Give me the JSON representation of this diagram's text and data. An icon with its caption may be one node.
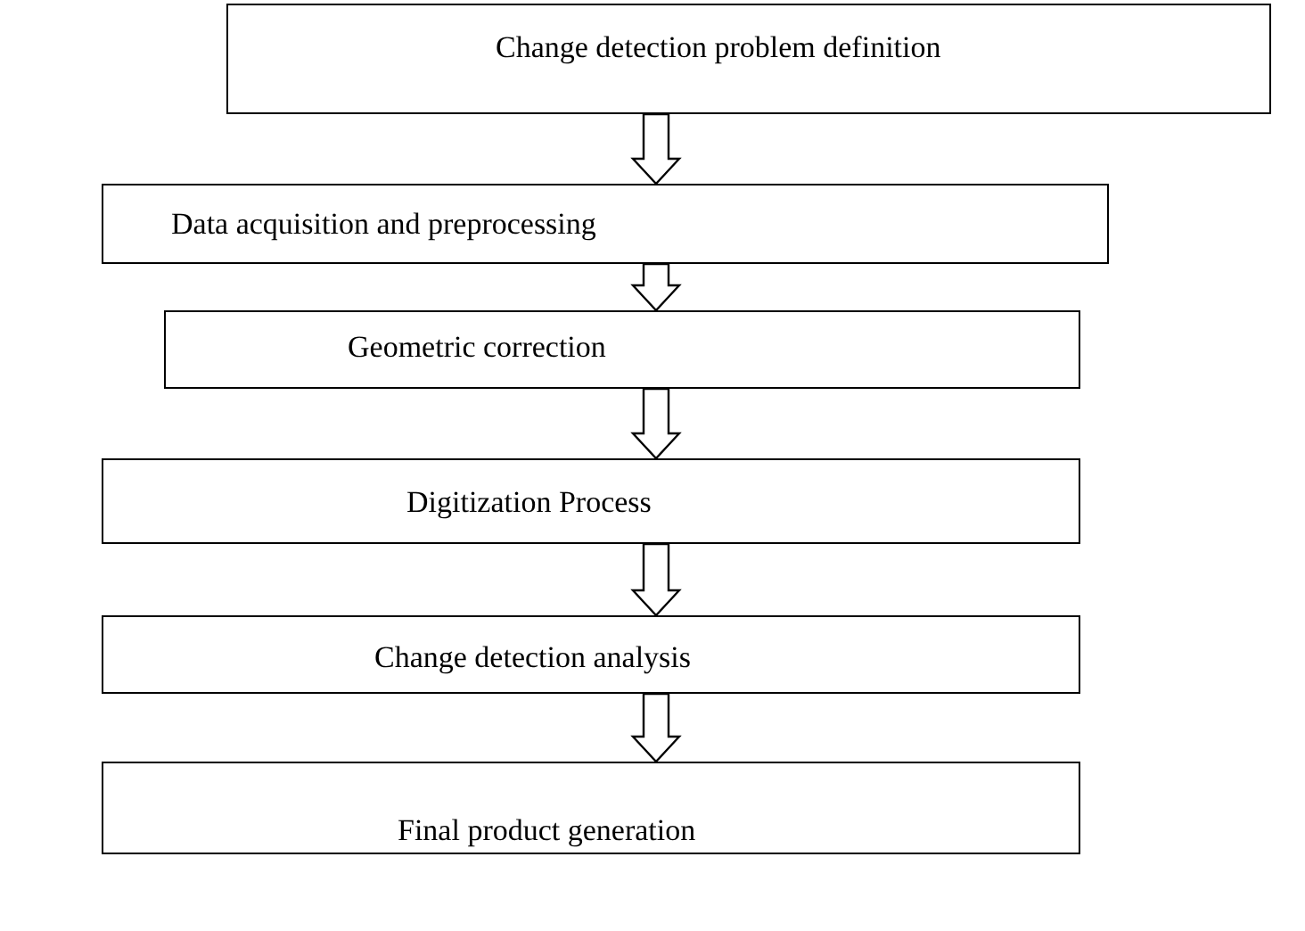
{
  "diagram": {
    "nodes": [
      {
        "text": [
          "Change detection problem definition"
        ]
      },
      {
        "text": [
          "Data acquisition and preprocessing"
        ]
      },
      {
        "text": [
          "Geometric correction"
        ]
      },
      {
        "text": [
          "Digitization Process"
        ]
      },
      {
        "text": [
          "Change detection analysis"
        ]
      },
      {
        "text": [
          "Final product generation"
        ]
      }
    ],
    "edges": [
      {
        "from": 0,
        "to": 1,
        "arrow": "to"
      },
      {
        "from": 1,
        "to": 2,
        "arrow": "to"
      },
      {
        "from": 2,
        "to": 3,
        "arrow": "to"
      },
      {
        "from": 3,
        "to": 4,
        "arrow": "to"
      },
      {
        "from": 4,
        "to": 5,
        "arrow": "to"
      }
    ]
  }
}
